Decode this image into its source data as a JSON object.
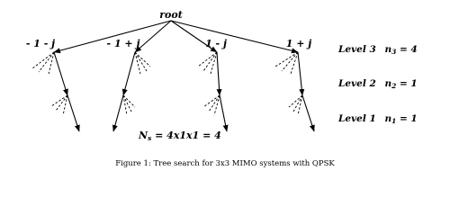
{
  "diagram": {
    "root_label": "root",
    "branch_labels": [
      "- 1 - j",
      "- 1 + j",
      "1 - j",
      "1 + j"
    ],
    "levels": [
      {
        "name": "Level 3",
        "n_base": "n",
        "n_sub": "3",
        "n_value": " = 4"
      },
      {
        "name": "Level 2",
        "n_base": "n",
        "n_sub": "2",
        "n_value": " = 1"
      },
      {
        "name": "Level 1",
        "n_base": "n",
        "n_sub": "1",
        "n_value": " = 1"
      }
    ],
    "node_count": {
      "base": "N",
      "sub": "s",
      "value": " = 4x1x1 = 4"
    },
    "caption": "Figure 1: Tree search for 3x3 MIMO systems with QPSK"
  }
}
